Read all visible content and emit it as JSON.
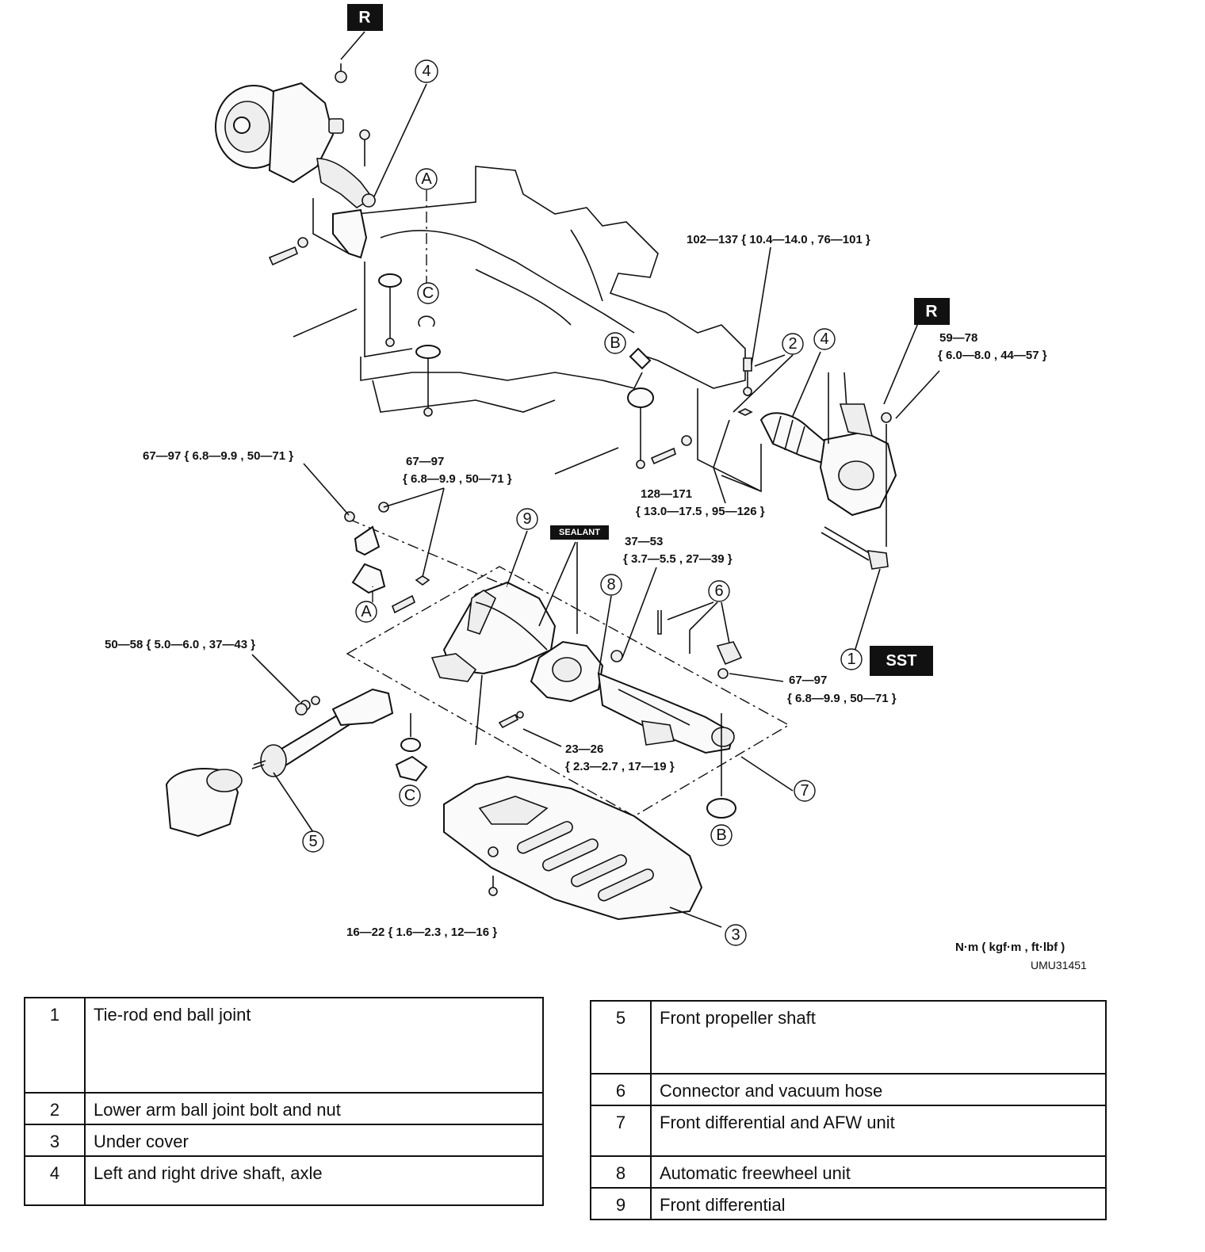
{
  "badges": {
    "r_top": "R",
    "r_right": "R",
    "sst": "SST",
    "sealant": "SEALANT"
  },
  "torques": {
    "t1": "102—137 { 10.4—14.0 , 76—101 }",
    "t2a": "59—78",
    "t2b": "{ 6.0—8.0 , 44—57 }",
    "t3": "67—97 { 6.8—9.9 , 50—71 }",
    "t4a": "67—97",
    "t4b": "{ 6.8—9.9 , 50—71 }",
    "t5a": "128—171",
    "t5b": "{ 13.0—17.5 , 95—126 }",
    "t6a": "37—53",
    "t6b": "{ 3.7—5.5 , 27—39 }",
    "t7": "50—58 { 5.0—6.0 , 37—43 }",
    "t8a": "67—97",
    "t8b": "{ 6.8—9.9 , 50—71 }",
    "t9a": "23—26",
    "t9b": "{ 2.3—2.7 , 17—19 }",
    "t10": "16—22 { 1.6—2.3 , 12—16 }"
  },
  "units": "N·m ( kgf·m , ft·lbf )",
  "figure_code": "UMU31451",
  "callouts": {
    "n1": "1",
    "n2": "2",
    "n3": "3",
    "n4a": "4",
    "n4b": "4",
    "n5": "5",
    "n6": "6",
    "n7": "7",
    "n8": "8",
    "n9": "9",
    "a1": "A",
    "a2": "A",
    "b1": "B",
    "b2": "B",
    "c1": "C",
    "c2": "C"
  },
  "legend_left": [
    {
      "no": "1",
      "name": "Tie-rod end ball joint"
    },
    {
      "no": "2",
      "name": "Lower arm ball joint bolt and nut"
    },
    {
      "no": "3",
      "name": "Under cover"
    },
    {
      "no": "4",
      "name": "Left and right drive shaft, axle"
    }
  ],
  "legend_right": [
    {
      "no": "5",
      "name": "Front propeller shaft"
    },
    {
      "no": "6",
      "name": "Connector and vacuum hose"
    },
    {
      "no": "7",
      "name": "Front differential and AFW unit"
    },
    {
      "no": "8",
      "name": "Automatic freewheel unit"
    },
    {
      "no": "9",
      "name": "Front differential"
    }
  ]
}
